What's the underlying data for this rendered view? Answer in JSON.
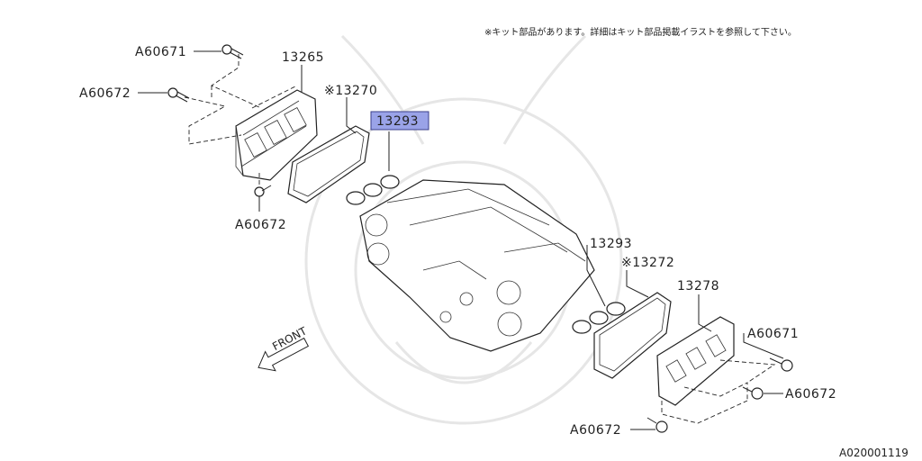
{
  "note": "※キット部品があります。詳細はキット部品掲載イラストを参照して下さい。",
  "diagram_code": "A020001119",
  "front_label": "FRONT",
  "highlight_color": "#9aa3e8",
  "labels": {
    "bolt_a60671_top": "A60671",
    "cover_13265": "13265",
    "bolt_a60672_left": "A60672",
    "gasket_13270": "※13270",
    "seal_13293_top": "13293",
    "bolt_a60672_bottom_left": "A60672",
    "seal_13293_right": "13293",
    "gasket_13272": "※13272",
    "cover_13278": "13278",
    "bolt_a60671_right": "A60671",
    "bolt_a60672_right": "A60672",
    "bolt_a60672_bottom": "A60672"
  }
}
